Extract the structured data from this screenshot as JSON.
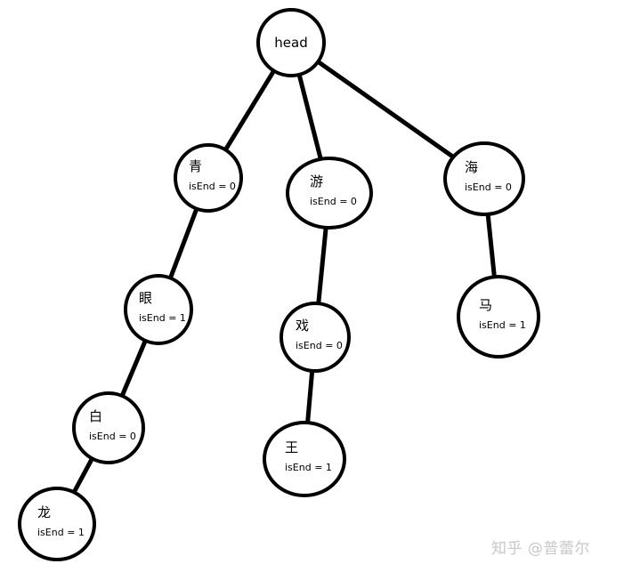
{
  "nodes": [
    {
      "id": "head",
      "label": "head",
      "flag": ""
    },
    {
      "id": "qing",
      "label": "青",
      "flag": "isEnd = 0"
    },
    {
      "id": "you",
      "label": "游",
      "flag": "isEnd = 0"
    },
    {
      "id": "hai",
      "label": "海",
      "flag": "isEnd = 0"
    },
    {
      "id": "yan",
      "label": "眼",
      "flag": "isEnd = 1"
    },
    {
      "id": "xi",
      "label": "戏",
      "flag": "isEnd = 0"
    },
    {
      "id": "ma",
      "label": "马",
      "flag": "isEnd = 1"
    },
    {
      "id": "bai",
      "label": "白",
      "flag": "isEnd = 0"
    },
    {
      "id": "wang",
      "label": "王",
      "flag": "isEnd = 1"
    },
    {
      "id": "long",
      "label": "龙",
      "flag": "isEnd = 1"
    }
  ],
  "edges": [
    {
      "from": "head",
      "to": "qing"
    },
    {
      "from": "head",
      "to": "you"
    },
    {
      "from": "head",
      "to": "hai"
    },
    {
      "from": "qing",
      "to": "yan"
    },
    {
      "from": "yan",
      "to": "bai"
    },
    {
      "from": "bai",
      "to": "long"
    },
    {
      "from": "you",
      "to": "xi"
    },
    {
      "from": "xi",
      "to": "wang"
    },
    {
      "from": "hai",
      "to": "ma"
    }
  ],
  "watermark": "知乎 @普蕾尔"
}
